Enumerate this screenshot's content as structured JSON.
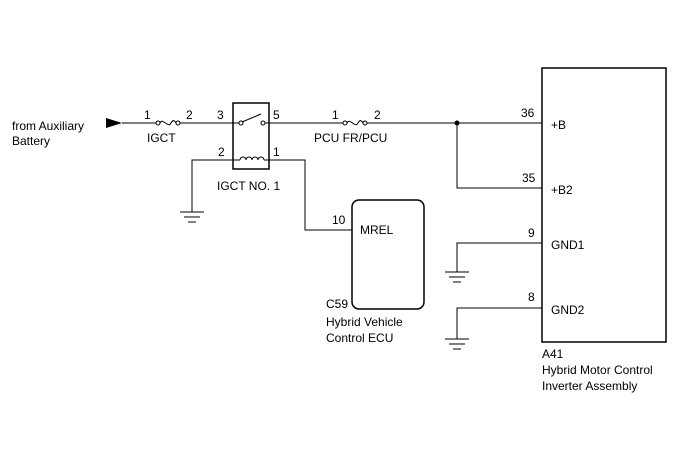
{
  "source": {
    "line1": "from Auxiliary",
    "line2": "Battery"
  },
  "igct_fuse": {
    "label": "IGCT",
    "pin_in": "1",
    "pin_out": "2"
  },
  "relay": {
    "label": "IGCT NO. 1",
    "pin_3": "3",
    "pin_5": "5",
    "pin_2": "2",
    "pin_1": "1"
  },
  "pcu_fuse": {
    "label": "PCU FR/PCU",
    "pin_in": "1",
    "pin_out": "2"
  },
  "ecu": {
    "connector": "C59",
    "name_line1": "Hybrid Vehicle",
    "name_line2": "Control ECU",
    "terminal_label": "MREL",
    "terminal_pin": "10"
  },
  "inverter": {
    "connector": "A41",
    "name_line1": "Hybrid Motor Control",
    "name_line2": "Inverter Assembly",
    "terminals": [
      {
        "pin": "36",
        "label": "+B"
      },
      {
        "pin": "35",
        "label": "+B2"
      },
      {
        "pin": "9",
        "label": "GND1"
      },
      {
        "pin": "8",
        "label": "GND2"
      }
    ]
  }
}
